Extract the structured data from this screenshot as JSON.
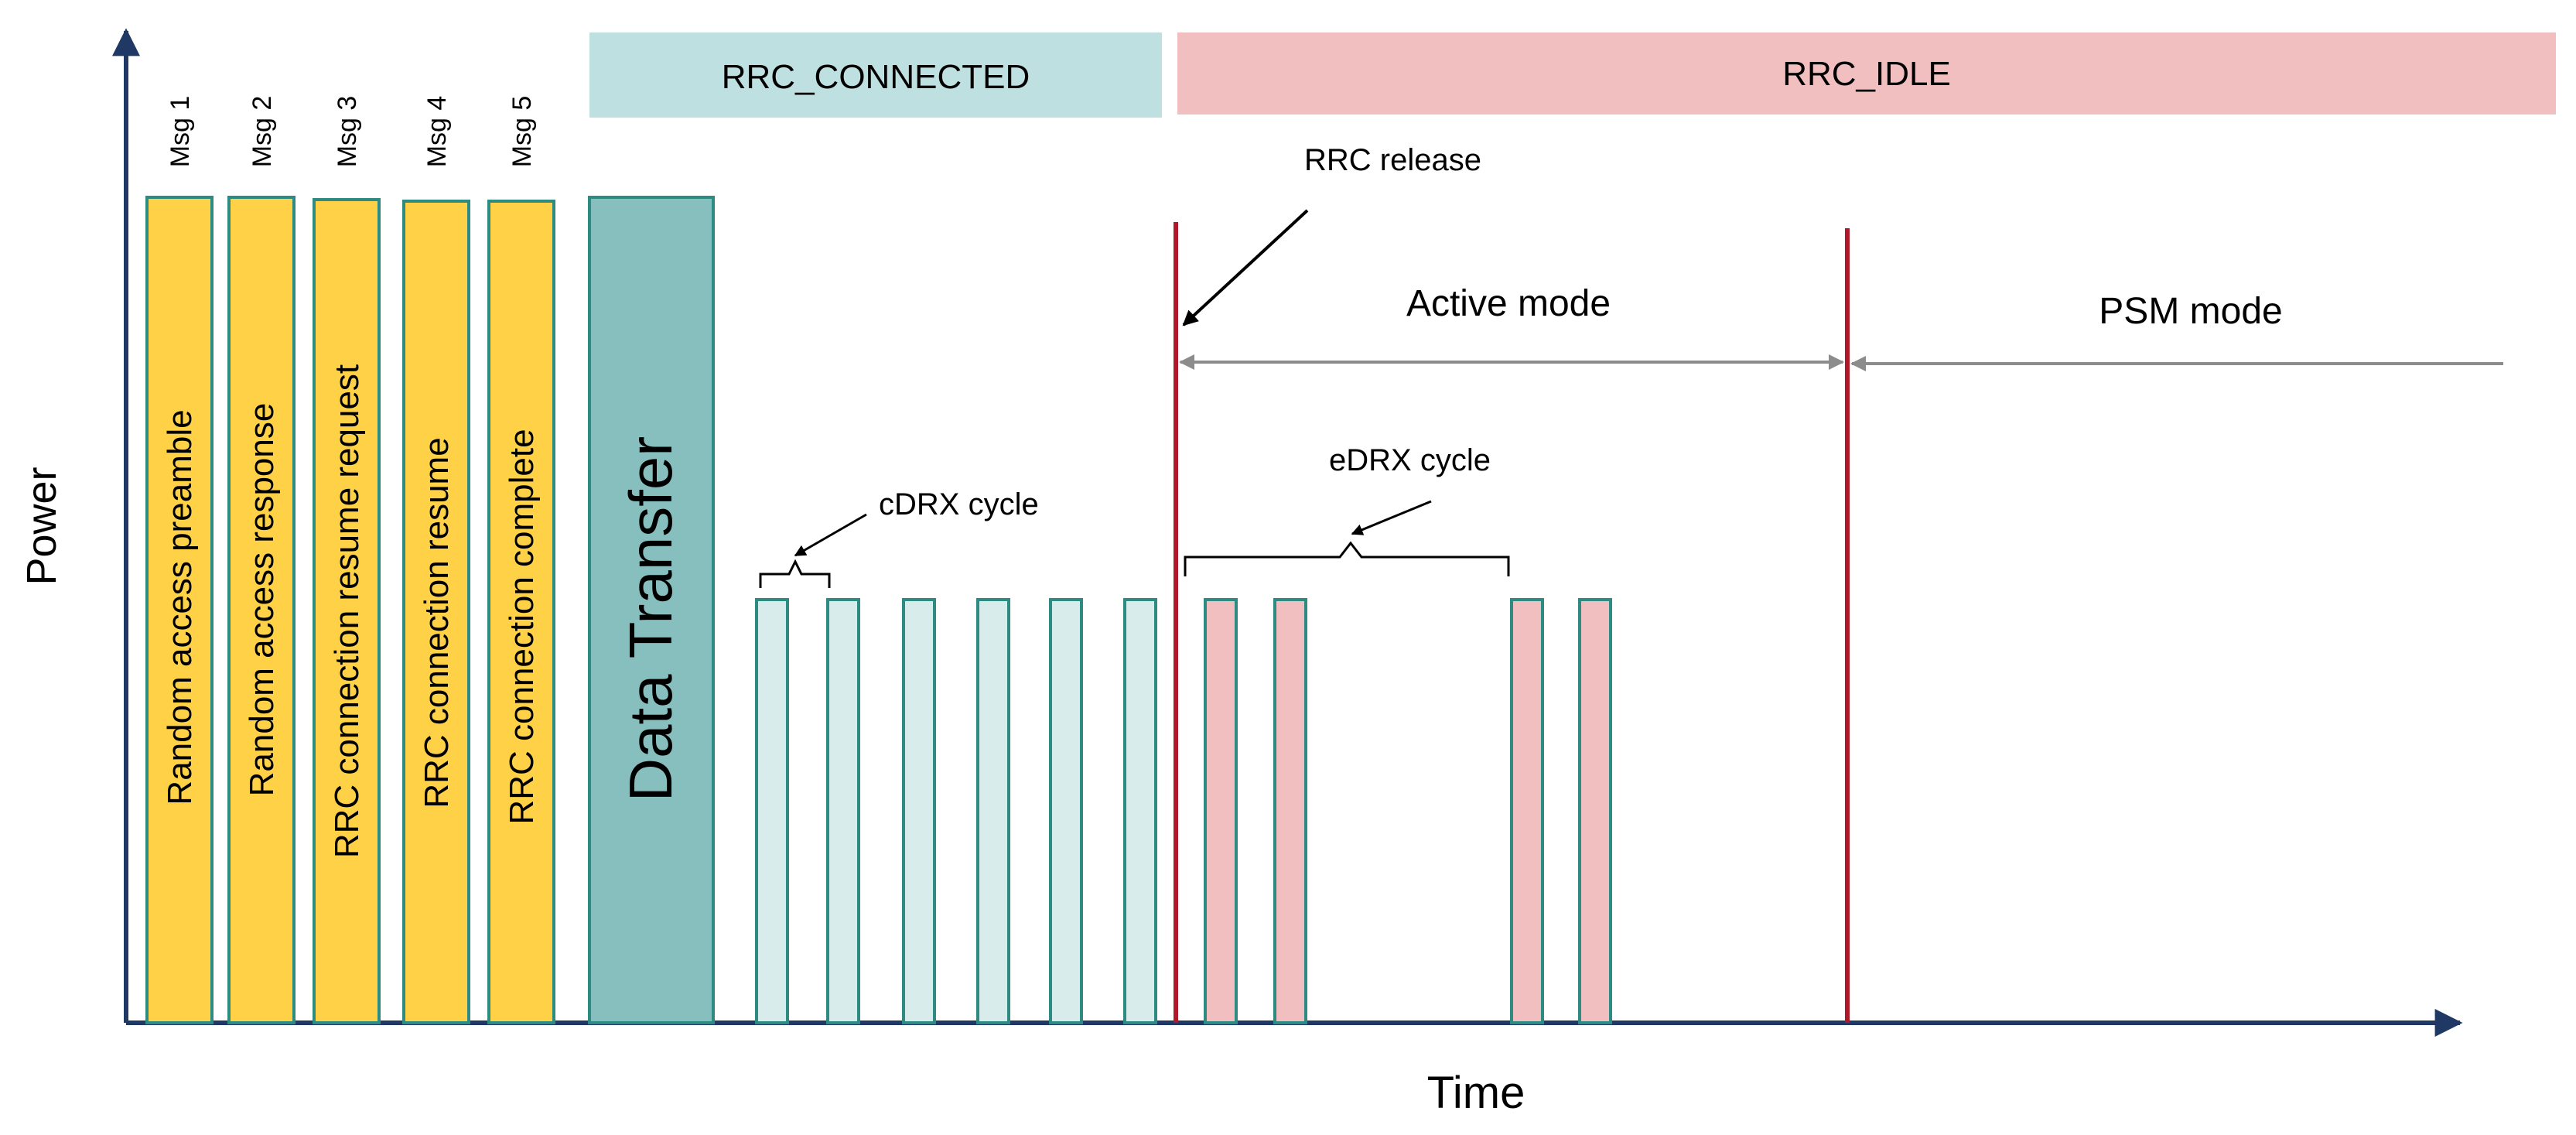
{
  "axes": {
    "y_label": "Power",
    "x_label": "Time"
  },
  "states": {
    "connected": "RRC_CONNECTED",
    "idle": "RRC_IDLE"
  },
  "messages": [
    {
      "tag": "Msg 1",
      "text": "Random access preamble"
    },
    {
      "tag": "Msg 2",
      "text": "Random access response"
    },
    {
      "tag": "Msg 3",
      "text": "RRC connection resume request"
    },
    {
      "tag": "Msg 4",
      "text": "RRC connection resume"
    },
    {
      "tag": "Msg 5",
      "text": "RRC connection complete"
    }
  ],
  "data_transfer": "Data Transfer",
  "annotations": {
    "rrc_release": "RRC release",
    "active_mode": "Active mode",
    "psm_mode": "PSM mode",
    "cdrx_cycle": "cDRX cycle",
    "edrx_cycle": "eDRX cycle"
  },
  "colors": {
    "axis": "#1F3864",
    "message_fill": "#FFD146",
    "message_stroke": "#2E8B82",
    "data_fill": "#86BFBE",
    "connected_band": "#BFE0E0",
    "idle_band": "#F1BFC0",
    "cdrx_fill": "#D8ECEC",
    "edrx_fill": "#F1BFC0",
    "pulse_stroke": "#2E8B82",
    "marker": "#B0182A",
    "span_arrow": "#8C8C8C",
    "text": "#000000"
  }
}
